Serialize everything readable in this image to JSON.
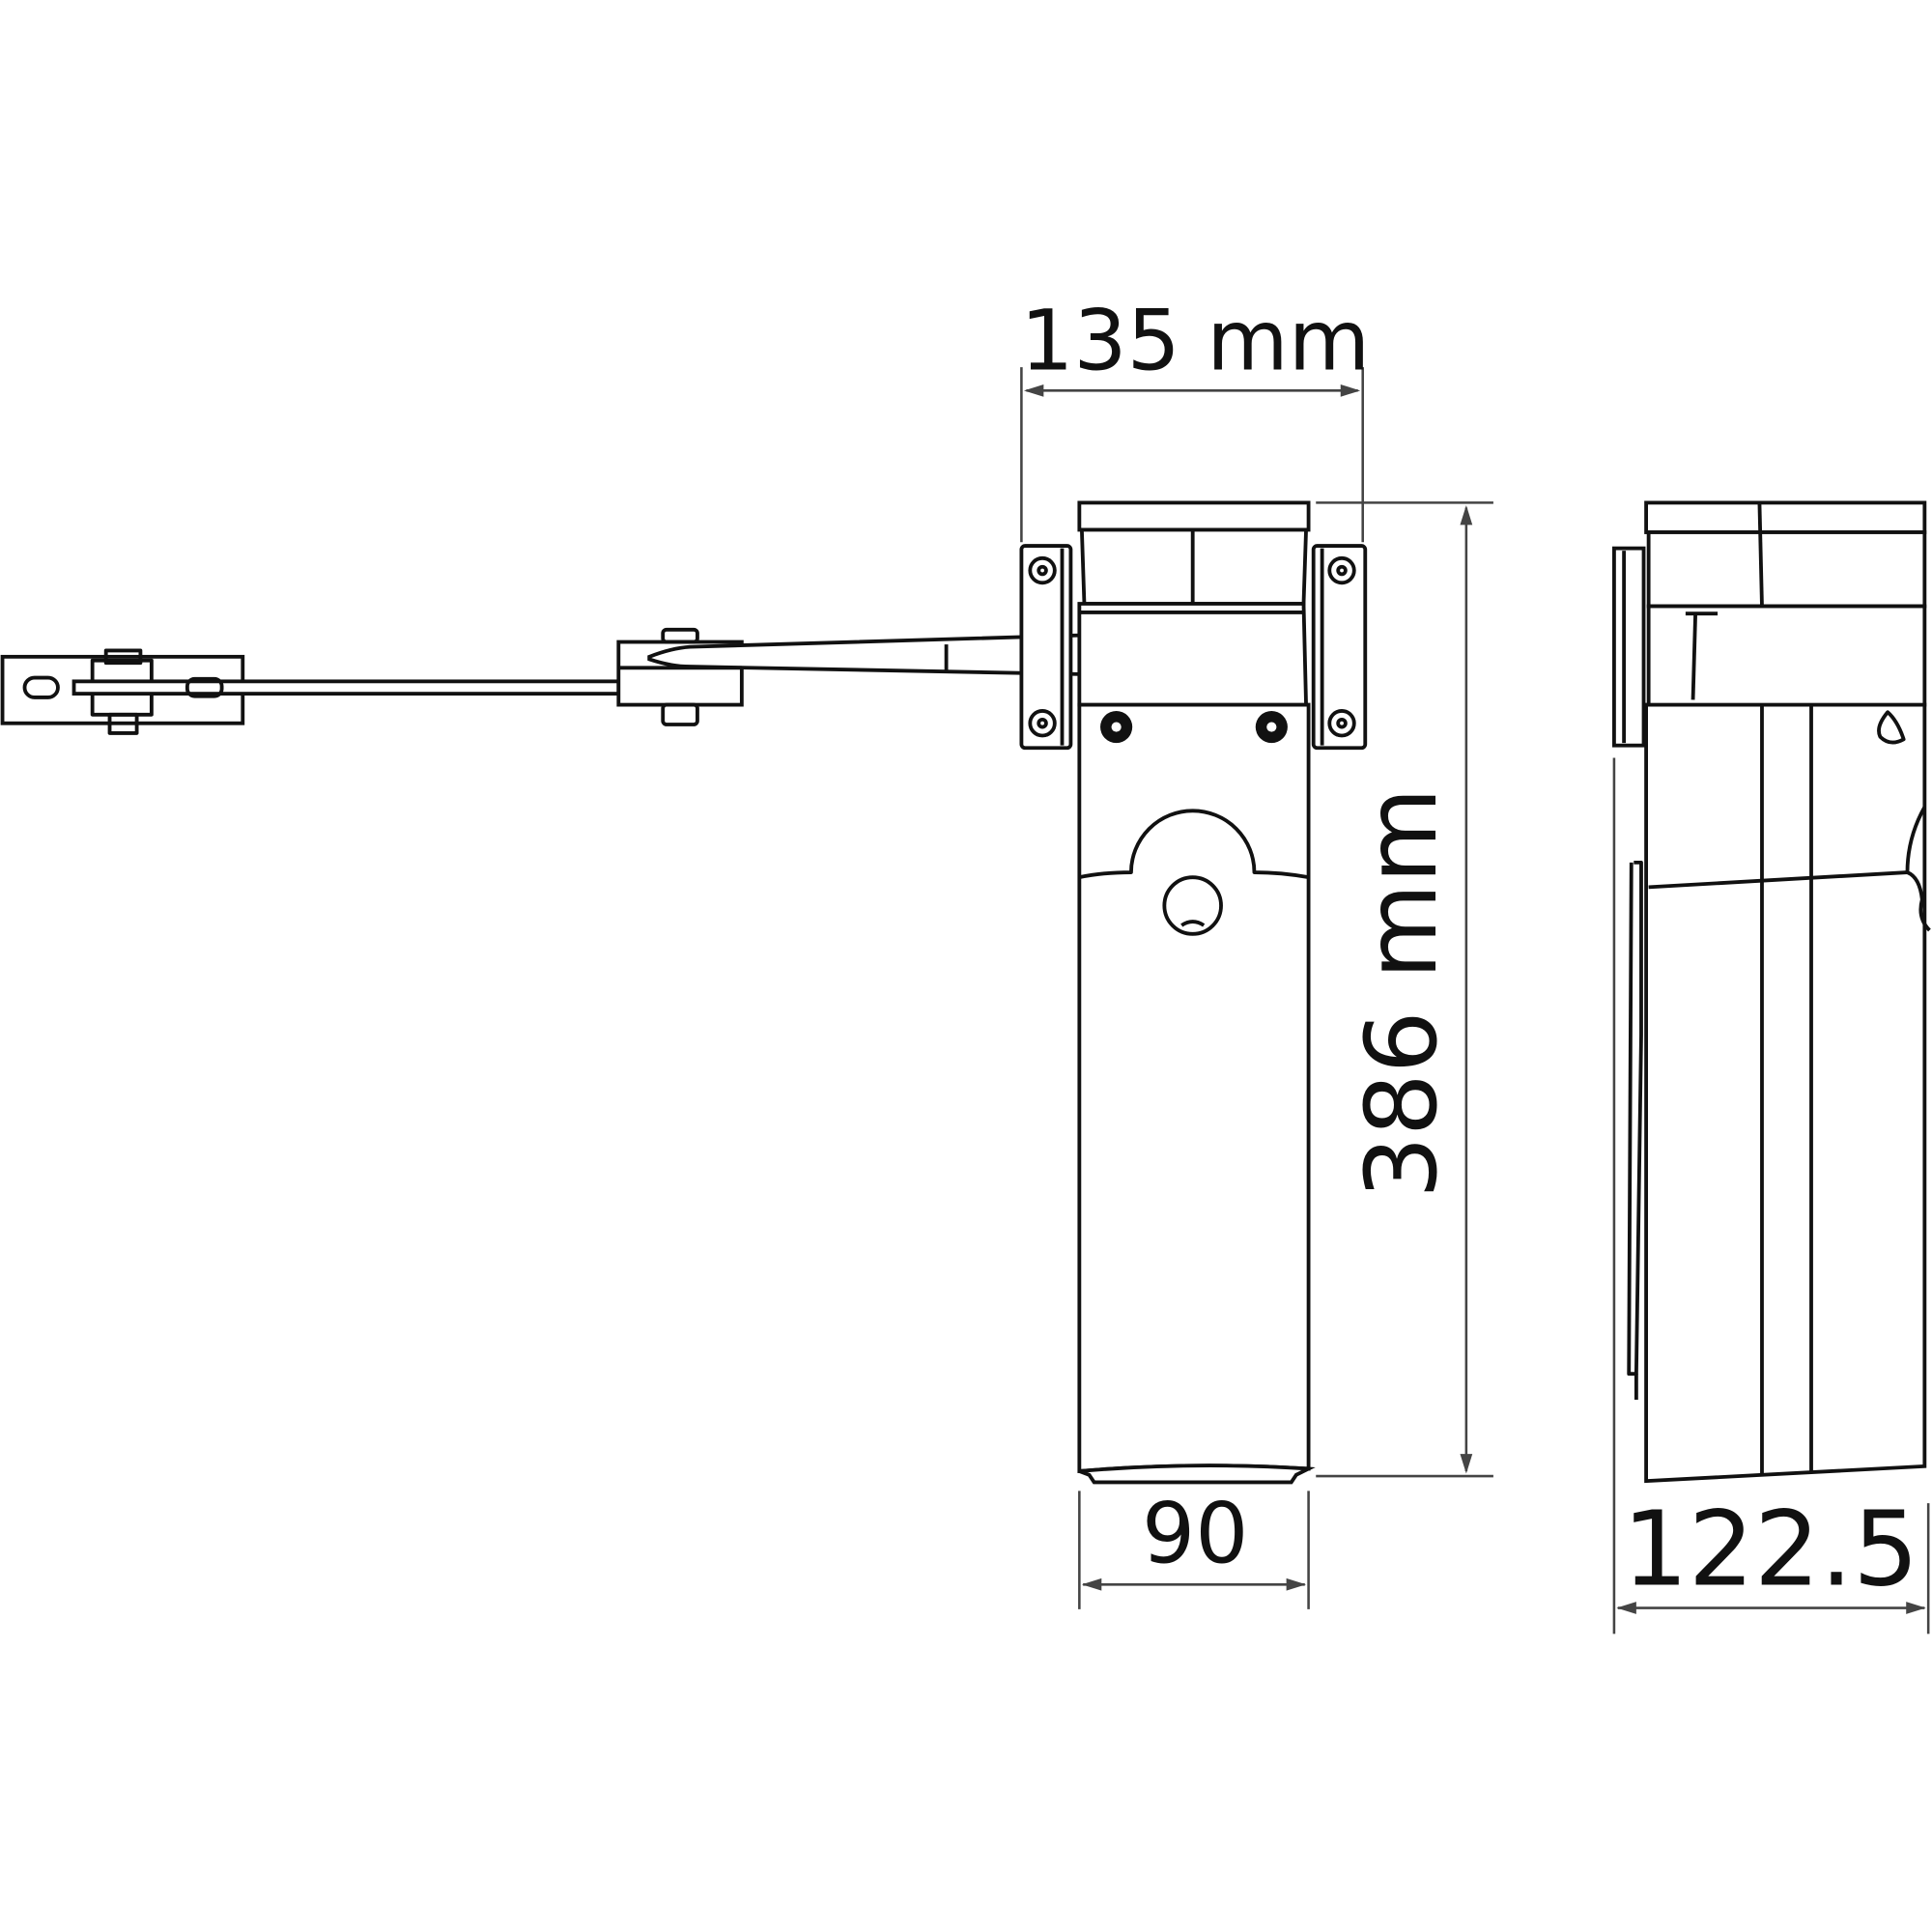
{
  "dimensions": {
    "width_top": "135 mm",
    "height": "386 mm",
    "width_front": "90",
    "depth_side": "122.5"
  },
  "colors": {
    "line": "#111111",
    "dimension": "#444444",
    "background": "#ffffff"
  }
}
